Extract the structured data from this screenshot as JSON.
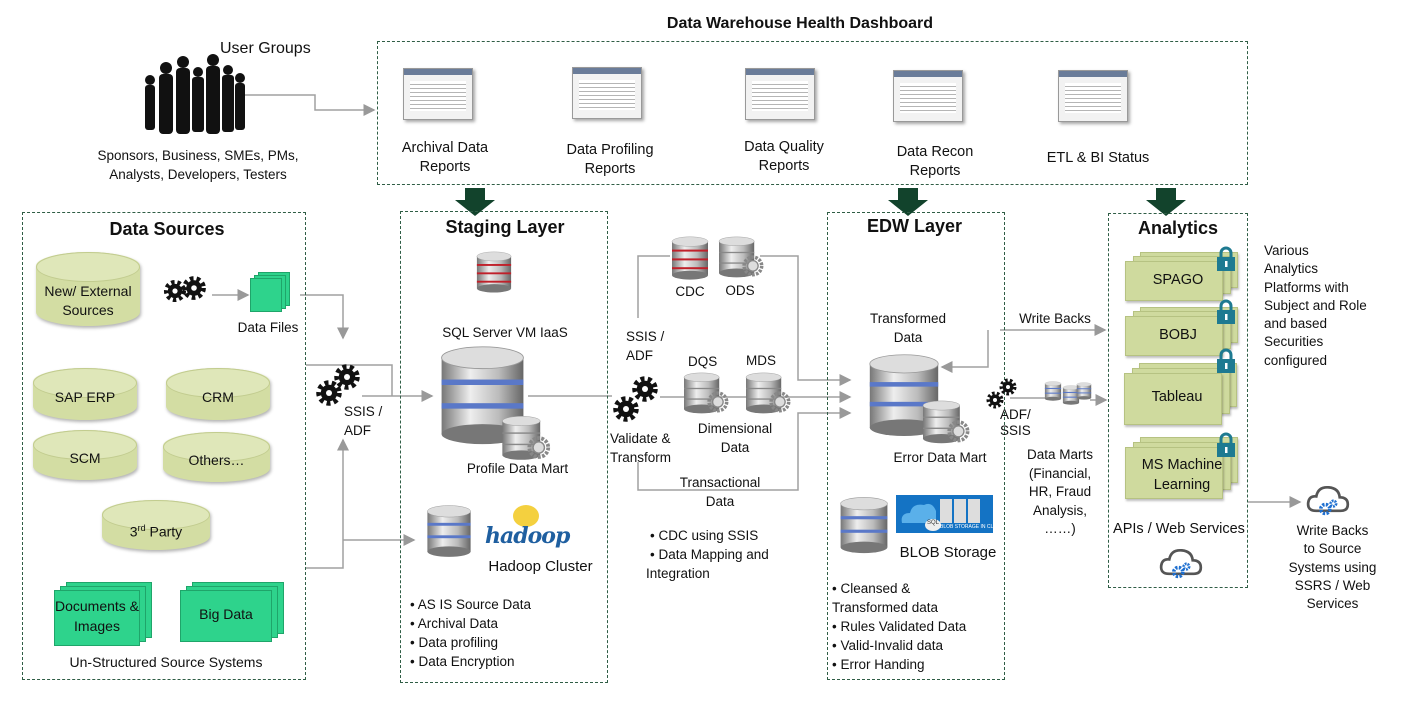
{
  "title": "Data Warehouse Health Dashboard",
  "user_groups": {
    "label": "User Groups",
    "caption": [
      "Sponsors, Business, SMEs, PMs,",
      "Analysts, Developers, Testers"
    ]
  },
  "dashboard": {
    "reports": [
      {
        "lines": [
          "Archival Data",
          "Reports"
        ]
      },
      {
        "lines": [
          "Data Profiling",
          "Reports"
        ]
      },
      {
        "lines": [
          "Data Quality",
          "Reports"
        ]
      },
      {
        "lines": [
          "Data Recon",
          "Reports"
        ]
      },
      {
        "lines": [
          "ETL & BI Status"
        ]
      }
    ]
  },
  "data_sources": {
    "title": "Data Sources",
    "new_external": [
      "New/ External",
      "Sources"
    ],
    "sap": "SAP ERP",
    "crm": "CRM",
    "scm": "SCM",
    "others": "Others…",
    "third_party": {
      "num": "3",
      "sup": "rd",
      "text": " Party"
    },
    "data_files": "Data Files",
    "documents": [
      "Documents &",
      "Images"
    ],
    "big_data": "Big Data",
    "unstructured": "Un-Structured Source Systems"
  },
  "ssis_adf_1": [
    "SSIS /",
    "ADF"
  ],
  "staging": {
    "title": "Staging Layer",
    "sql_server": "SQL Server VM IaaS",
    "profile_mart": "Profile Data Mart",
    "hadoop_logo": "hadoop",
    "hadoop_cluster": "Hadoop Cluster",
    "bullets": [
      "AS IS Source Data",
      "Archival Data",
      "Data profiling",
      "Data Encryption"
    ]
  },
  "middle": {
    "cdc": "CDC",
    "ods": "ODS",
    "ssis_adf": [
      "SSIS /",
      "ADF"
    ],
    "dqs": "DQS",
    "mds": "MDS",
    "validate": [
      "Validate &",
      "Transform"
    ],
    "dimensional": [
      "Dimensional",
      "Data"
    ],
    "transactional": [
      "Transactional",
      "Data"
    ],
    "bullets": [
      "CDC using SSIS",
      "Data Mapping and"
    ],
    "bullet_cont": "Integration"
  },
  "edw": {
    "title": "EDW Layer",
    "transformed": [
      "Transformed",
      "Data"
    ],
    "error_mart": "Error Data Mart",
    "blob": "BLOB Storage",
    "blob_badge": "BLOB STORAGE IN CLOUD",
    "sql": "SQL",
    "bullets": [
      [
        "Cleansed &",
        "Transformed data"
      ],
      [
        "Rules Validated Data"
      ],
      [
        "Valid-Invalid data"
      ],
      [
        "Error Handing"
      ]
    ]
  },
  "write_backs": "Write Backs",
  "adf_ssis": [
    "ADF/",
    "SSIS"
  ],
  "data_marts": [
    "Data Marts",
    "(Financial,",
    "HR, Fraud",
    "Analysis,",
    "……)"
  ],
  "analytics": {
    "title": "Analytics",
    "platforms": [
      [
        "SPAGO"
      ],
      [
        "BOBJ"
      ],
      [
        "Tableau"
      ],
      [
        "MS Machine",
        "Learning"
      ]
    ],
    "apis": "APIs / Web Services"
  },
  "analytics_note": [
    "Various",
    "Analytics",
    "Platforms with",
    "Subject and Role",
    "and based",
    "Securities",
    "configured"
  ],
  "write_backs_source": [
    "Write Backs",
    "to Source",
    "Systems using",
    "SSRS / Web",
    "Services"
  ],
  "colors": {
    "box_border": "#2f5d45",
    "arrow_green": "#12432c",
    "source_cyl": "#d3dda3",
    "doc_green": "#2ed38c",
    "lock": "#1e7a91"
  }
}
